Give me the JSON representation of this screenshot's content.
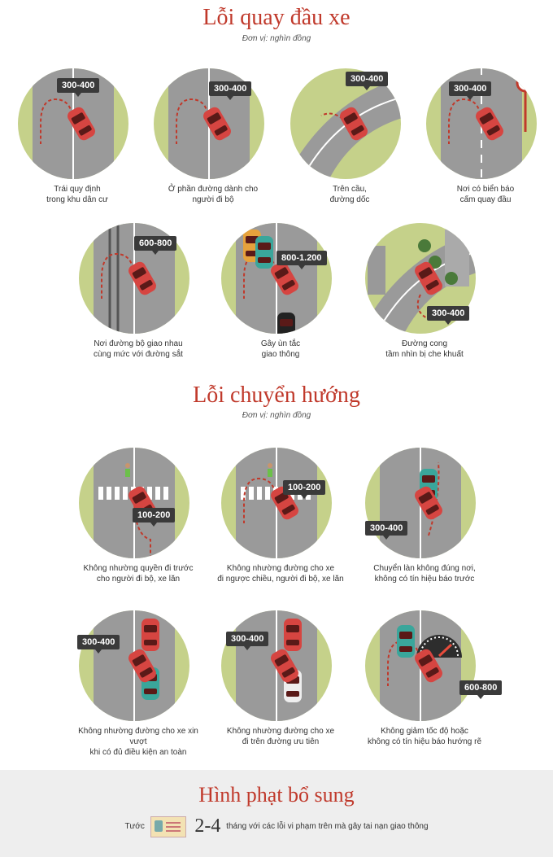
{
  "section1": {
    "title": "Lỗi quay đầu xe",
    "unit": "Đơn vị: nghìn đồng",
    "items": [
      {
        "fine": "300-400",
        "caption": [
          "Trái quy định",
          "trong khu dân cư"
        ]
      },
      {
        "fine": "300-400",
        "caption": [
          "Ở phần đường dành cho",
          "người đi bộ"
        ]
      },
      {
        "fine": "300-400",
        "caption": [
          "Trên cầu,",
          "đường dốc"
        ]
      },
      {
        "fine": "300-400",
        "caption": [
          "Nơi có biển báo",
          "cấm quay đầu"
        ]
      },
      {
        "fine": "600-800",
        "caption": [
          "Nơi đường bộ giao nhau",
          "cùng mức với đường sắt"
        ]
      },
      {
        "fine": "800-1.200",
        "caption": [
          "Gây ùn tắc",
          "giao thông"
        ]
      },
      {
        "fine": "300-400",
        "caption": [
          "Đường cong",
          "tầm nhìn bị che khuất"
        ]
      }
    ]
  },
  "section2": {
    "title": "Lỗi chuyển hướng",
    "unit": "Đơn vị: nghìn đồng",
    "items": [
      {
        "fine": "100-200",
        "caption": [
          "Không nhường quyền đi trước",
          "cho người đi bộ, xe lăn"
        ]
      },
      {
        "fine": "100-200",
        "caption": [
          "Không nhường đường cho xe",
          "đi ngược chiều, người đi bộ, xe lăn"
        ]
      },
      {
        "fine": "300-400",
        "caption": [
          "Chuyển làn không đúng nơi,",
          "không có tín hiệu báo trước"
        ]
      },
      {
        "fine": "300-400",
        "caption": [
          "Không nhường đường cho xe xin vượt",
          "khi có đủ điều kiện an toàn"
        ]
      },
      {
        "fine": "300-400",
        "caption": [
          "Không nhường đường cho xe",
          "đi trên đường ưu tiên"
        ]
      },
      {
        "fine": "600-800",
        "caption": [
          "Không giảm tốc độ hoặc",
          "không có tín hiệu báo hướng rẽ"
        ]
      }
    ]
  },
  "footer": {
    "title": "Hình phạt bổ sung",
    "prefix": "Tước",
    "months": "2-4",
    "suffix": "tháng với các lỗi vi phạm trên mà gây tai nạn giao thông"
  },
  "colors": {
    "accent": "#c0392b",
    "grass": "#c5d18a",
    "road": "#9a9a9a",
    "car": "#d64541",
    "badge": "#3a3a3a"
  },
  "icons": [
    "car-icon",
    "u-turn-arrow-icon",
    "no-u-turn-sign-icon",
    "pedestrian-icon",
    "speedometer-icon",
    "driver-license-icon"
  ]
}
